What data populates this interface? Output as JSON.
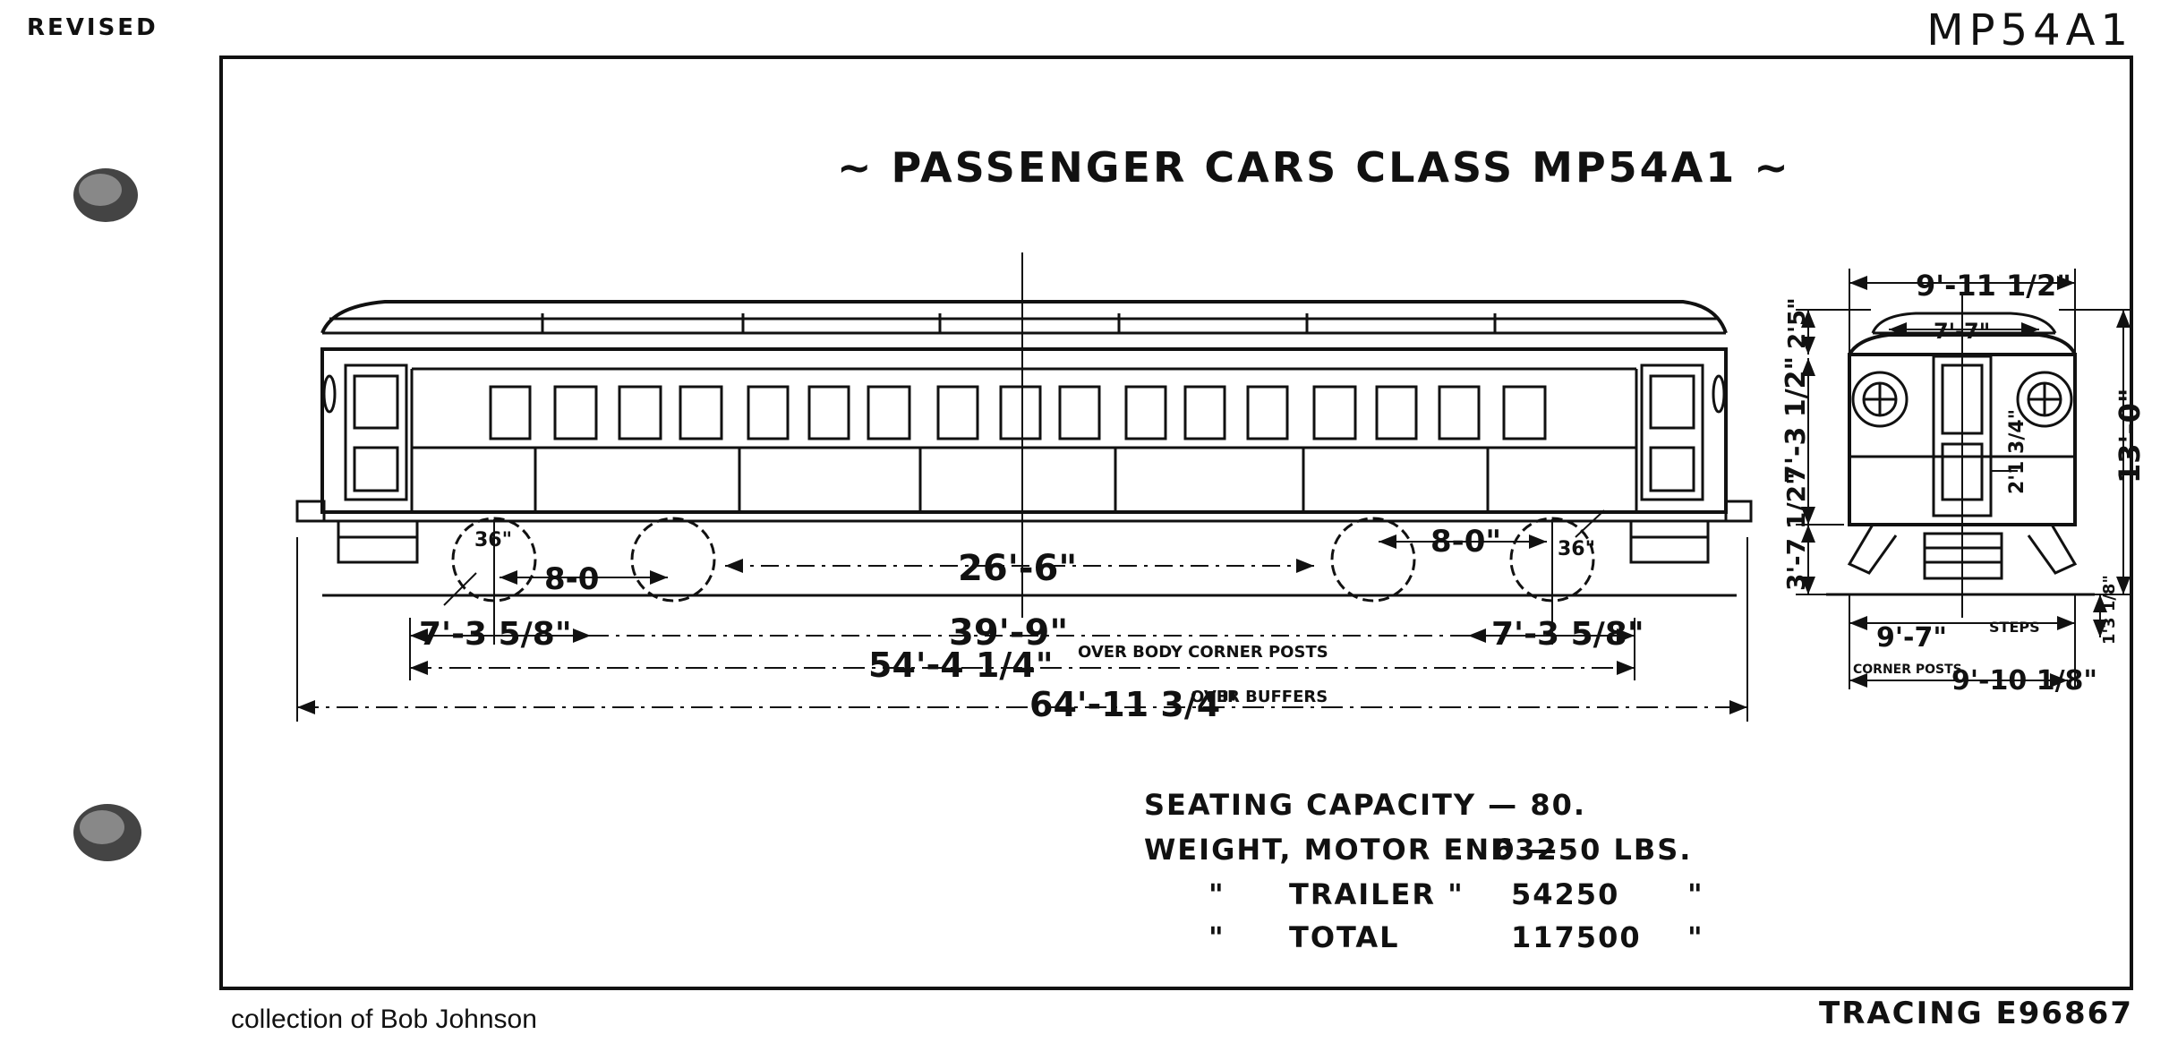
{
  "header": {
    "revised": "REVISED",
    "corner_code": "MP54A1"
  },
  "drawing": {
    "title": "~ PASSENGER CARS CLASS MP54A1 ~"
  },
  "side_dims": {
    "wheel_36": "36\"",
    "truck_wb_left": "8-0",
    "truck_wb_right": "8-0\"",
    "truck_centers": "26'-6\"",
    "overhang_left": "7'-3 5/8\"",
    "overhang_right": "7'-3 5/8\"",
    "between_centers": "39'-9\"",
    "over_body": "54'-4 1/4\"",
    "over_body_note": "OVER BODY CORNER POSTS",
    "over_buffers": "64'-11 3/4\"",
    "over_buffers_note": "OVER BUFFERS"
  },
  "end_dims": {
    "top_width": "9'-11 1/2\"",
    "roof_width": "7'-7\"",
    "roof_height": "2'5\"",
    "side_height": "7'-3 1/2\"",
    "total_height": "13'-0\"",
    "door_dim": "2'1 3/4\"",
    "lower_height": "3'-7 1/2\"",
    "bottom_width": "9'-7\"",
    "steps": "STEPS",
    "corner_posts": "CORNER POSTS",
    "corner_width": "9'-10 1/8\"",
    "step_height": "1'3 1/8\""
  },
  "specs": {
    "seating": "SEATING CAPACITY — 80.",
    "weight_motor_label": "WEIGHT, MOTOR END —",
    "weight_motor_value": "63250 LBS.",
    "ditto": "\"",
    "trailer_label": "TRAILER \"",
    "trailer_value": "54250",
    "total_label": "TOTAL",
    "total_value": "117500"
  },
  "footer": {
    "collection": "collection of Bob Johnson",
    "tracing": "TRACING E96867"
  }
}
